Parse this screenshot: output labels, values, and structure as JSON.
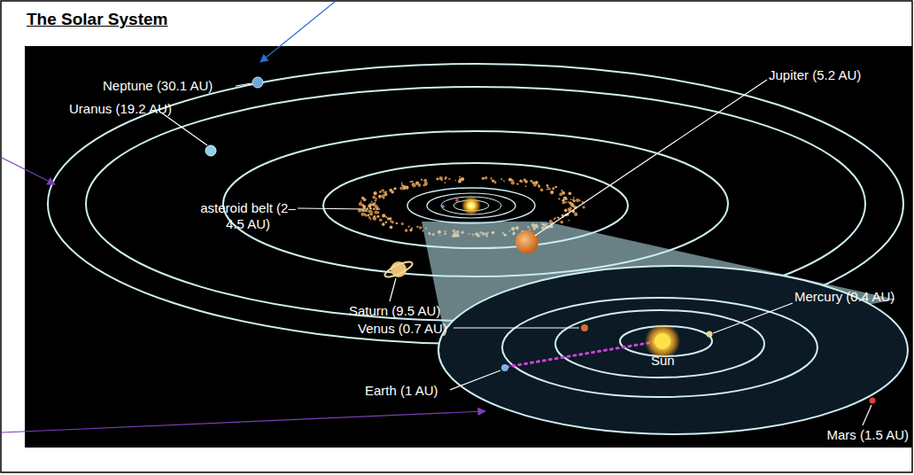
{
  "diagram": {
    "title": "The Solar System",
    "labels": [
      "Neptune (30.1 AU)",
      "Uranus (19.2 AU)",
      "Jupiter (5.2 AU)",
      "asteroid belt (2–4.5 AU)",
      "Saturn (9.5 AU)",
      "Mercury (0.4 AU)",
      "Venus (0.7 AU)",
      "Earth (1 AU)",
      "Sun",
      "Mars (1.5 AU)"
    ]
  }
}
